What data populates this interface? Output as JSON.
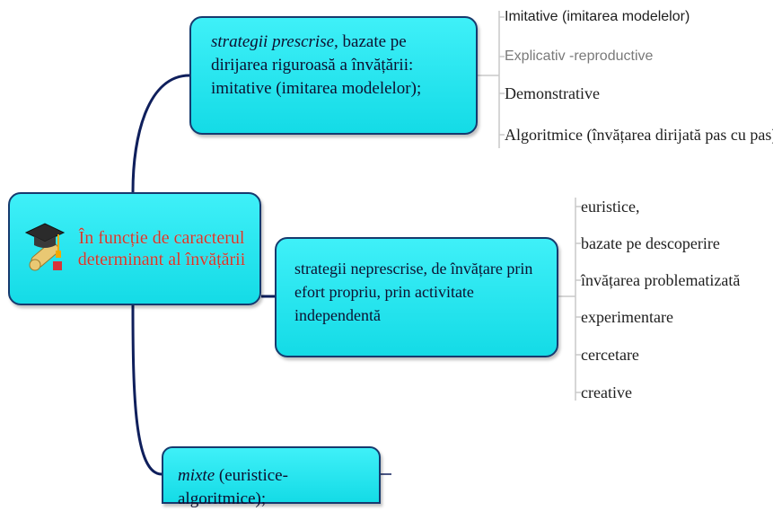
{
  "root": {
    "label": "În funcție de caracterul determinant al învățării",
    "icon": "graduation-cap-diploma-icon"
  },
  "branches": [
    {
      "lead": "strategii prescrise,",
      "text": " bazate pe dirijarea riguroasă a învățării: imitative (imitarea modelelor);",
      "leaves": [
        "Imitative (imitarea modelelor)",
        "Explicativ -reproductive",
        "Demonstrative",
        "Algoritmice (învățarea dirijată pas cu pas)"
      ]
    },
    {
      "lead": "",
      "text": "strategii neprescrise, de învățare prin efort propriu, prin activitate independentă",
      "leaves": [
        "euristice,",
        "bazate pe descoperire",
        "învățarea problematizată",
        "experimentare",
        "cercetare",
        "creative"
      ]
    },
    {
      "lead": "mixte",
      "text": " (euristice-algoritmice);",
      "leaves": []
    }
  ],
  "colors": {
    "node_fill": "#22e3ee",
    "node_border": "#163a6e",
    "root_text": "#d2372a",
    "connector": "#0f1f5c"
  }
}
